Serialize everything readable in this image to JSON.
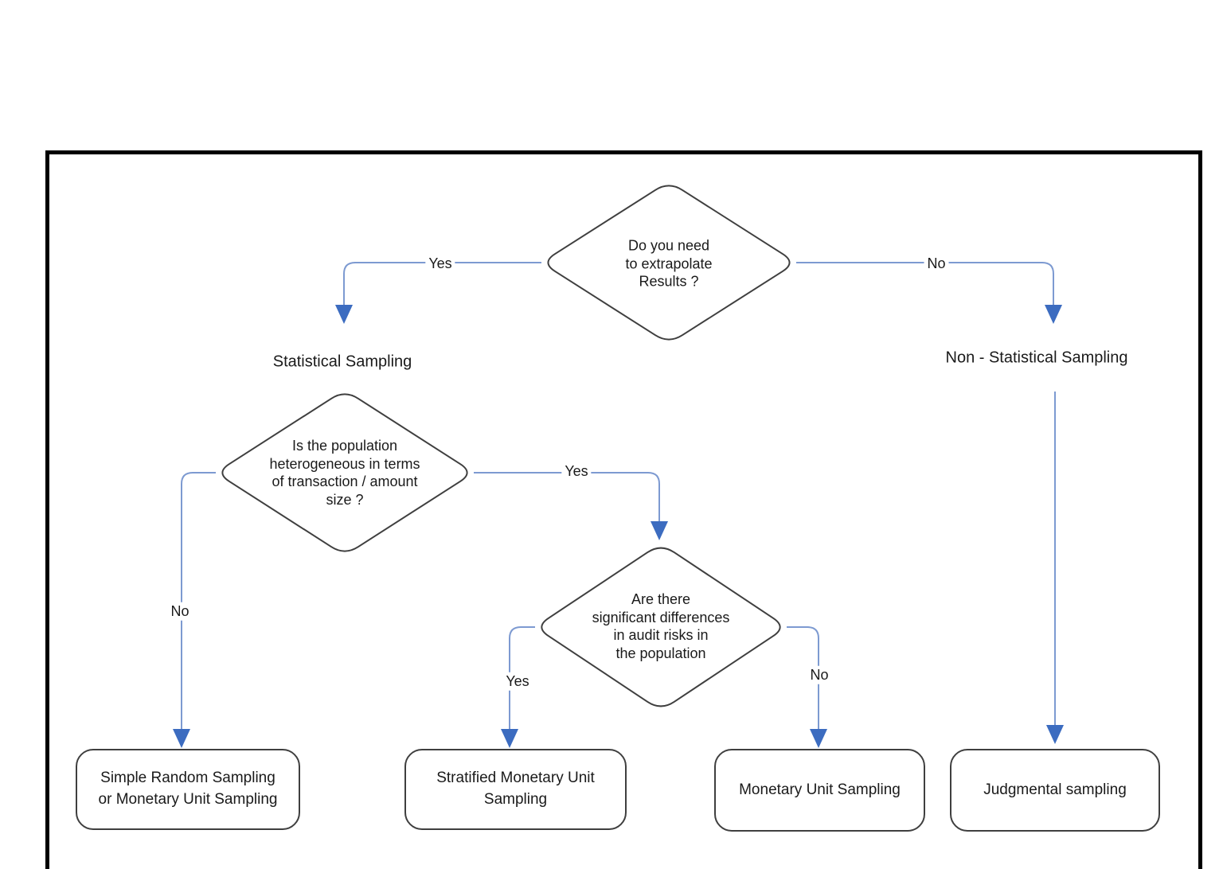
{
  "colors": {
    "connector": "#7d9ad1",
    "arrowhead": "#3c6cc0",
    "shape_border": "#3f3f3f",
    "text": "#1a1a1a",
    "frame": "#000000"
  },
  "flowchart": {
    "decisions": {
      "extrapolate": {
        "question": "Do you need\nto extrapolate\nResults ?"
      },
      "heterogeneous": {
        "question": "Is the population\nheterogeneous in terms\nof  transaction / amount\nsize ?"
      },
      "audit_risks": {
        "question": "Are there\nsignificant differences\nin audit risks in\nthe population"
      }
    },
    "branch_labels": {
      "statistical": "Statistical Sampling",
      "non_statistical": "Non - Statistical Sampling"
    },
    "edge_labels": {
      "extrapolate_yes": "Yes",
      "extrapolate_no": "No",
      "heterogeneous_yes": "Yes",
      "heterogeneous_no": "No",
      "audit_risks_yes": "Yes",
      "audit_risks_no": "No"
    },
    "outcomes": {
      "simple_random": "Simple Random Sampling\nor Monetary Unit Sampling",
      "stratified_mus": "Stratified Monetary Unit\nSampling",
      "mus": "Monetary Unit Sampling",
      "judgmental": "Judgmental sampling"
    }
  }
}
